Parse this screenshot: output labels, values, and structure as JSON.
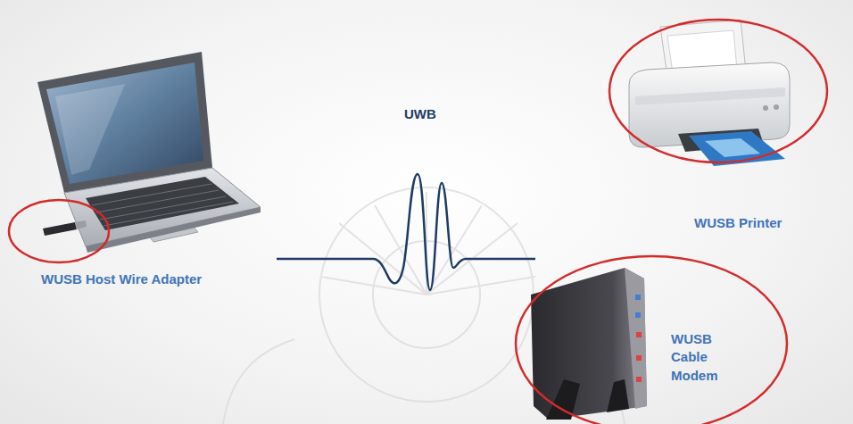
{
  "diagram": {
    "labels": [
      "UWB",
      "WUSB Host Wire Adapter",
      "WUSB Printer",
      "WUSB Cable Modem"
    ]
  }
}
